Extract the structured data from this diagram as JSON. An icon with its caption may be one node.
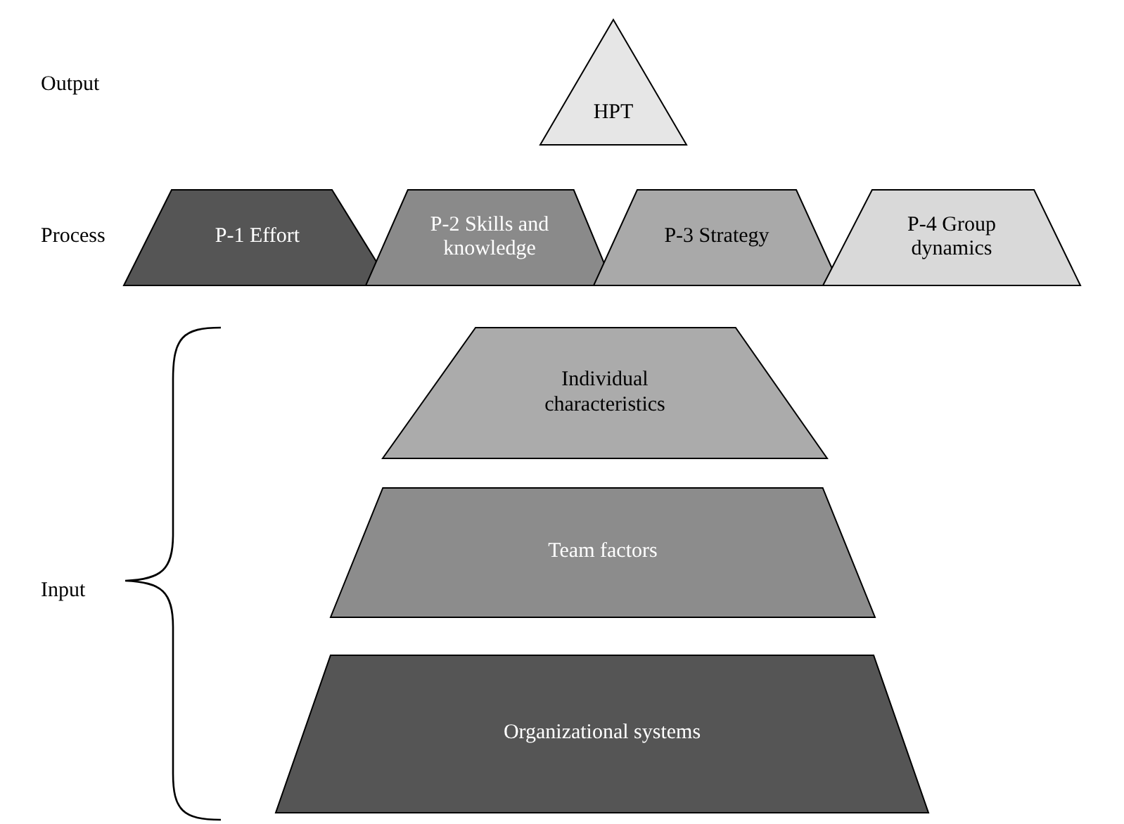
{
  "diagram": {
    "nodes": [
      {
        "text": [
          "HPT"
        ]
      },
      {
        "text": [
          "P-1 Effort"
        ]
      },
      {
        "text": [
          "P-2 Skills and knowledge"
        ]
      },
      {
        "text": [
          "P-3 Strategy"
        ]
      },
      {
        "text": [
          "P-4 Group dynamics"
        ]
      },
      {
        "text": [
          "Individual characteristics"
        ]
      },
      {
        "text": [
          "Team factors"
        ]
      },
      {
        "text": [
          "Organizational systems"
        ]
      }
    ],
    "labels": [
      "Output",
      "Process",
      "Input"
    ]
  }
}
